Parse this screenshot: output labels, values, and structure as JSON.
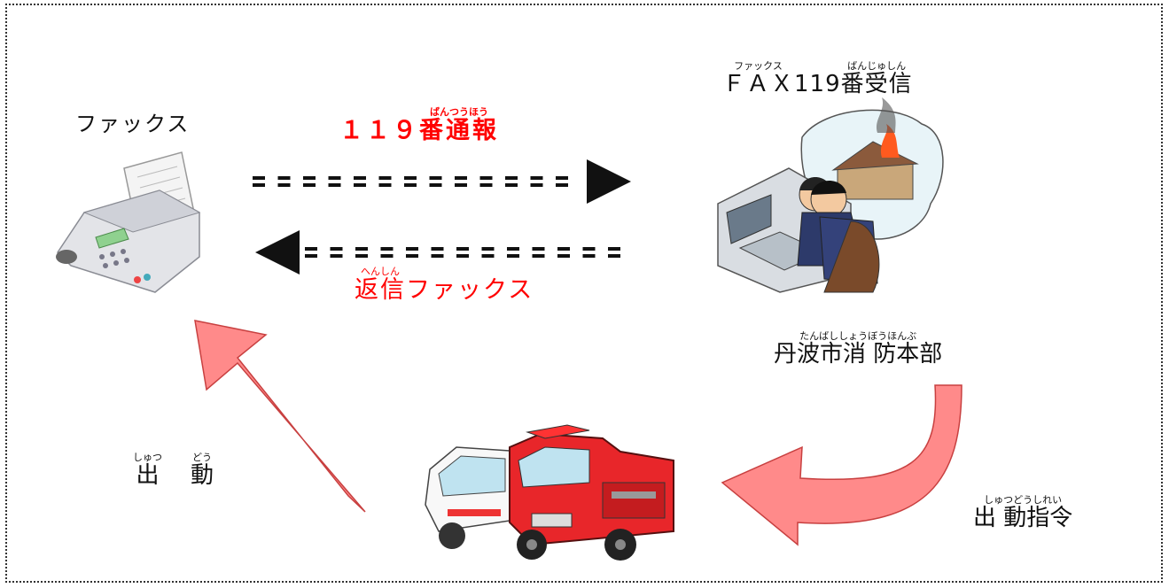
{
  "labels": {
    "fax_device": "ファックス",
    "report": {
      "base": "番通報",
      "ruby": "ばんつうほう",
      "prefix": "１１９"
    },
    "reply": {
      "base": "返信",
      "ruby": "へんしん",
      "suffix": "ファックス"
    },
    "fax119": {
      "fax_base": "ＦＡＸ",
      "fax_ruby": "ファックス",
      "number": "119",
      "base": "番受信",
      "ruby": "ばんじゅしん"
    },
    "hq": {
      "base": "丹波市消 防本部",
      "ruby": "たんばししょうぼうほんぶ"
    },
    "dispatch_order": {
      "base": "出 動指令",
      "ruby": "しゅつどうしれい"
    },
    "dispatch": {
      "base1": "出",
      "ruby1": "しゅつ",
      "base2": "動",
      "ruby2": "どう"
    }
  },
  "colors": {
    "red_text": "#ff0000",
    "arrow_fill": "#ff8a8a",
    "arrow_stroke": "#c84040",
    "dash": "#111111"
  }
}
